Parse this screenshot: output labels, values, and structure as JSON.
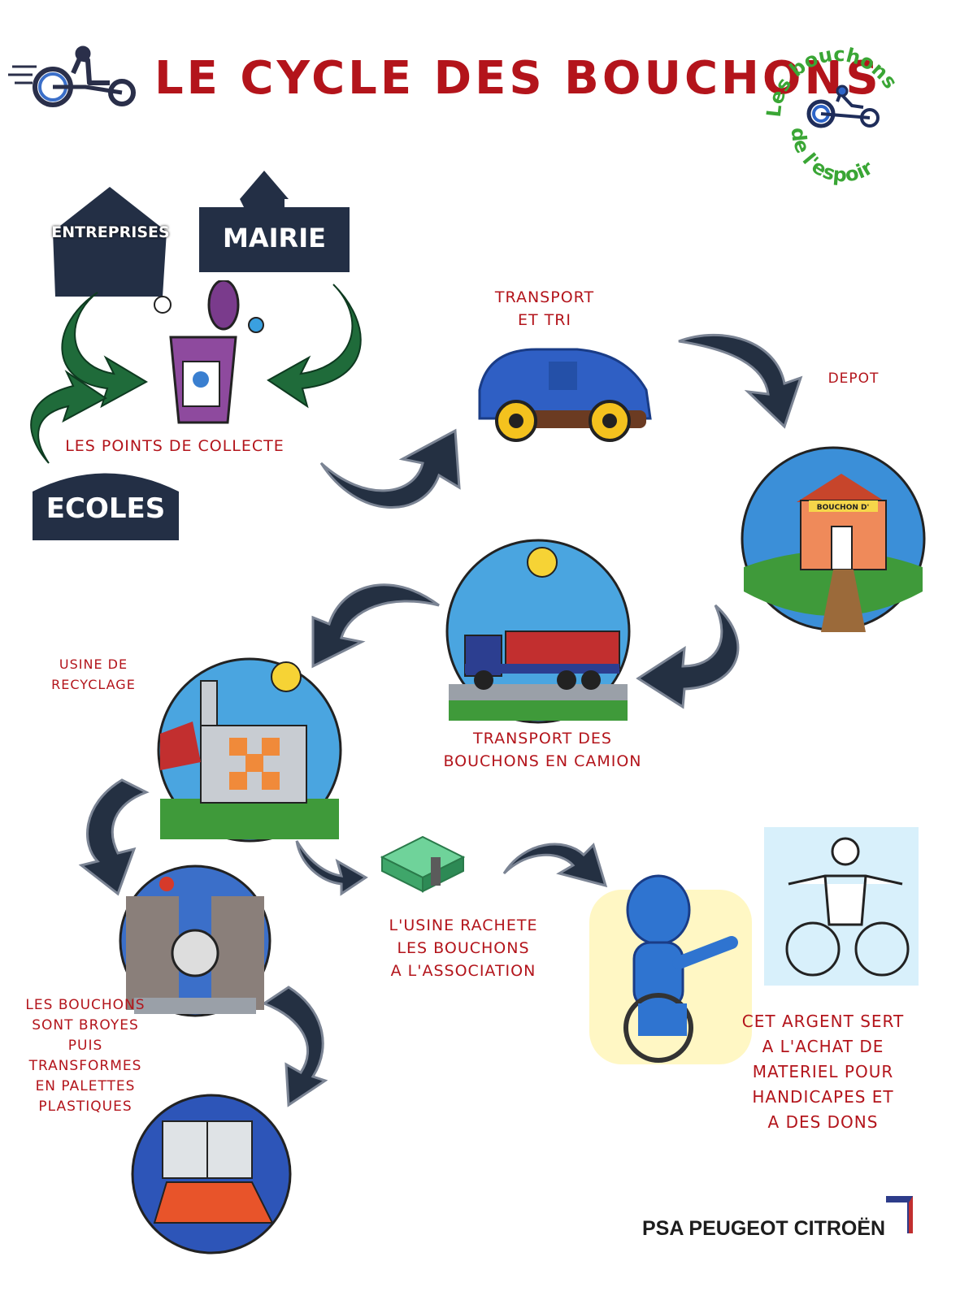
{
  "title": "LE CYCLE DES BOUCHONS",
  "logo": {
    "line1": "Les bouchons",
    "line2": "de l'espoir",
    "color": "#3aa635"
  },
  "signs": {
    "entreprises": "ENTREPRISES",
    "mairie": "MAIRIE",
    "ecoles": "ECOLES",
    "color": "#232f45"
  },
  "labels": {
    "collecte": "LES POINTS DE COLLECTE",
    "transport_tri": [
      "TRANSPORT",
      "ET  TRI"
    ],
    "depot": "DEPOT",
    "usine": [
      "USINE DE",
      "RECYCLAGE"
    ],
    "camion": [
      "TRANSPORT DES",
      "BOUCHONS EN CAMION"
    ],
    "rachete": [
      "L'USINE RACHETE",
      "LES BOUCHONS",
      "A L'ASSOCIATION"
    ],
    "broyes": [
      "LES BOUCHONS",
      "SONT BROYES",
      "PUIS",
      "TRANSFORMES",
      "EN PALETTES",
      "PLASTIQUES"
    ],
    "argent": [
      "CET ARGENT SERT",
      "A L'ACHAT DE",
      "MATERIEL POUR",
      "HANDICAPES ET",
      "A DES DONS"
    ]
  },
  "depot_sign": "BOUCHON D'",
  "brand": "PSA PEUGEOT CITROËN",
  "colors": {
    "title_red": "#b3141b",
    "arrow_dark": "#243042",
    "arrow_green": "#1f6b3a",
    "sky": "#3b8fd8"
  },
  "icons": [
    "tricycle-icon",
    "trash-bin-icon",
    "car-icon",
    "arrow-icon",
    "cash-icon",
    "wheelchair-icon"
  ]
}
